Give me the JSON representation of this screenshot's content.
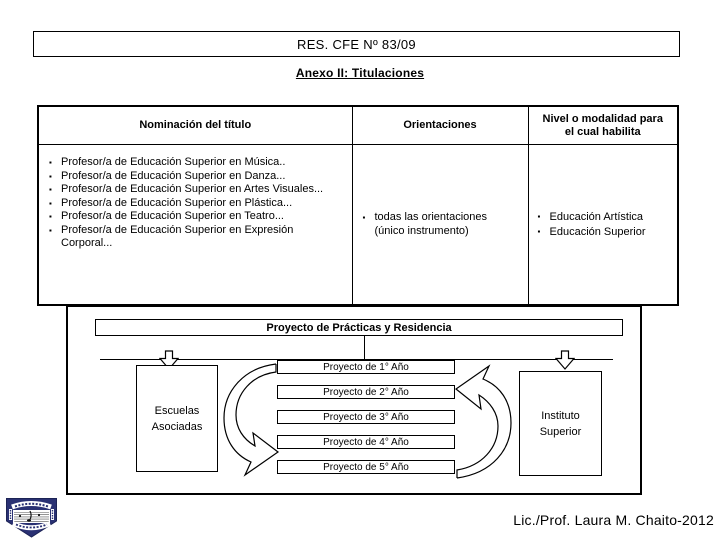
{
  "slide": {
    "title": "RES. CFE Nº 83/09",
    "subtitle": "Anexo II: Titulaciones",
    "footer": "Lic./Prof. Laura M. Chaito-2012"
  },
  "table": {
    "headers": {
      "col1": "Nominación del título",
      "col2": "Orientaciones",
      "col3": "Nivel o modalidad para el cual habilita"
    },
    "titles": [
      "Profesor/a de Educación Superior en Música..",
      "Profesor/a de Educación Superior en Danza...",
      "Profesor/a de Educación Superior en Artes Visuales...",
      "Profesor/a de Educación Superior en Plástica...",
      "Profesor/a de Educación Superior en Teatro...",
      "Profesor/a de Educación Superior en Expresión Corporal..."
    ],
    "orientations": {
      "line1": "todas las orientaciones",
      "line2": "(único instrumento)"
    },
    "levels": [
      "Educación Artística",
      "Educación Superior"
    ]
  },
  "diagram": {
    "header": "Proyecto de Prácticas y Residencia",
    "left_box": {
      "line1": "Escuelas",
      "line2": "Asociadas"
    },
    "right_box": {
      "line1": "Instituto",
      "line2": "Superior"
    },
    "years": [
      "Proyecto de 1° Año",
      "Proyecto de 2° Año",
      "Proyecto de 3° Año",
      "Proyecto de 4° Año",
      "Proyecto de 5° Año"
    ]
  },
  "colors": {
    "ink": "#000000",
    "background": "#ffffff",
    "logo_navy": "#2a3173"
  }
}
